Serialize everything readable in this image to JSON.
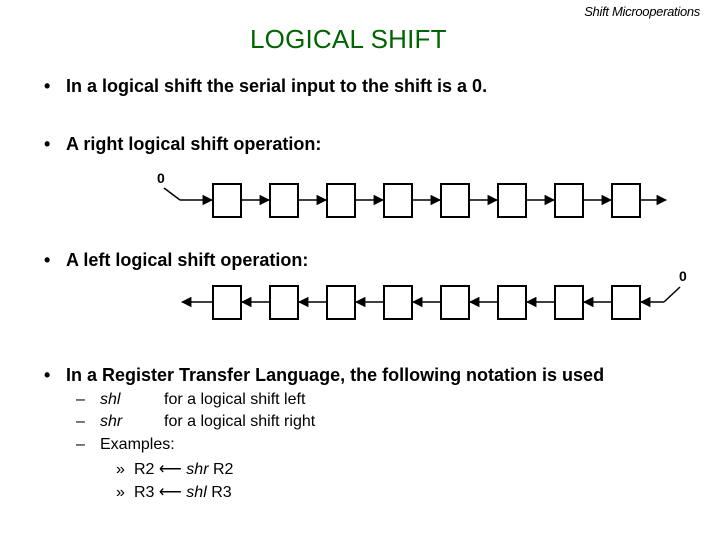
{
  "header": {
    "section": "Shift Microoperations"
  },
  "title": "LOGICAL SHIFT",
  "bullets": {
    "b1": "In a logical shift the serial input to the shift is a 0.",
    "b2": "A right logical shift operation:",
    "b3": "A left logical shift operation:",
    "b4": "In a Register Transfer Language, the following notation is used"
  },
  "diagrams": {
    "right_input": "0",
    "left_input": "0"
  },
  "notation": {
    "shl_op": "shl",
    "shl_desc": "for a logical shift left",
    "shr_op": "shr",
    "shr_desc": "for a logical shift right",
    "examples_label": "Examples:",
    "ex1_dest": "R2",
    "ex1_op": "shr",
    "ex1_src": "R2",
    "ex2_dest": "R3",
    "ex2_op": "shl",
    "ex2_src": "R3"
  }
}
